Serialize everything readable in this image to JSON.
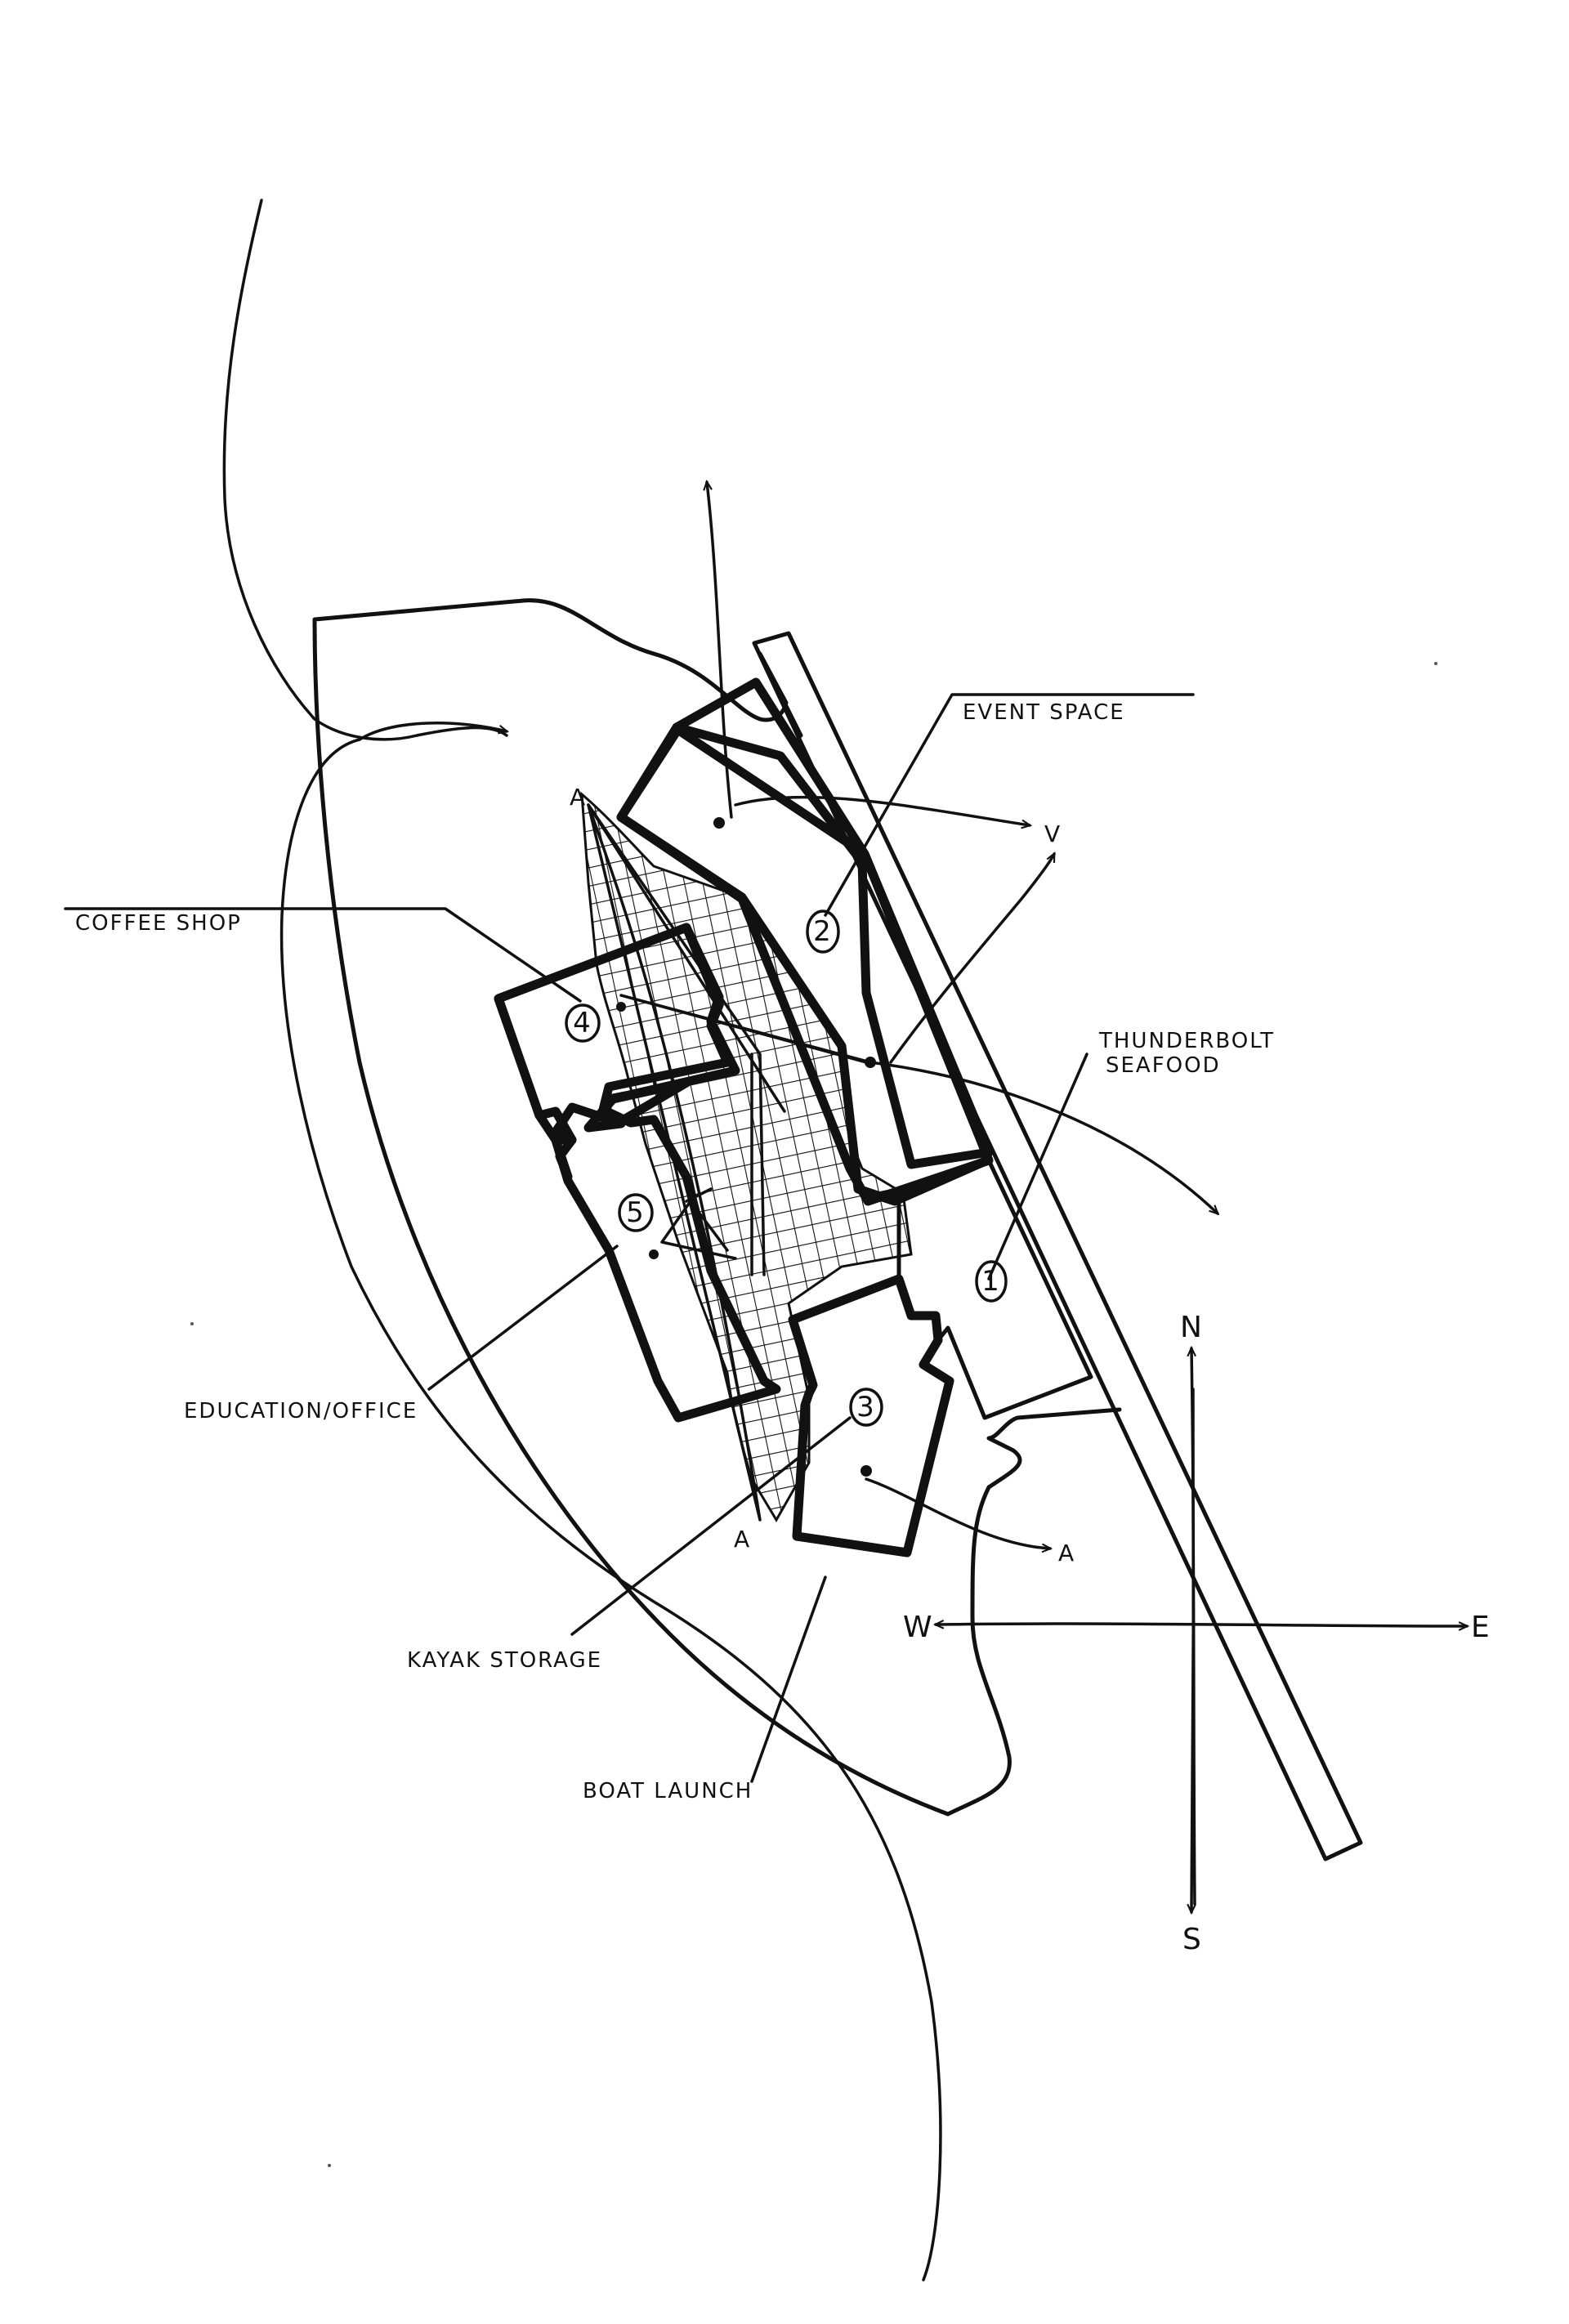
{
  "labels": {
    "event_space": "EVENT SPACE",
    "coffee_shop": "COFFEE SHOP",
    "thunderbolt_line1": "THUNDERBOLT",
    "thunderbolt_line2": "SEAFOOD",
    "education_office": "EDUCATION/OFFICE",
    "kayak_storage": "KAYAK STORAGE",
    "boat_launch": "BOAT LAUNCH"
  },
  "numbers": {
    "n1": "1",
    "n2": "2",
    "n3": "3",
    "n4": "4",
    "n5": "5"
  },
  "section_marks": {
    "top": "A",
    "bottom": "A",
    "view_right": "A",
    "view_top": "V"
  },
  "compass": {
    "north": "N",
    "south": "S",
    "east": "E",
    "west": "W"
  },
  "colors": {
    "ink": "#111111",
    "paper": "#ffffff"
  }
}
